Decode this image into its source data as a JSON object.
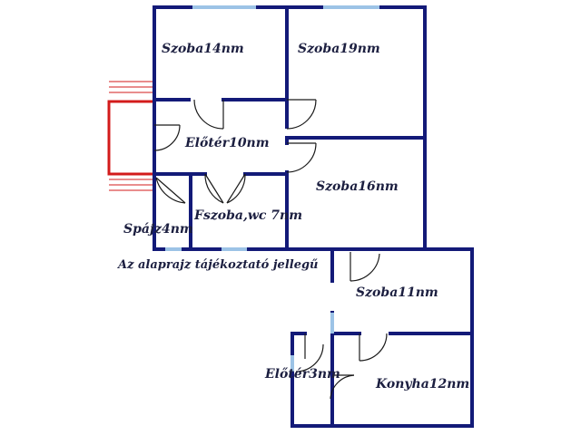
{
  "plan": {
    "colors": {
      "wall": "#131a78",
      "window": "#9cc3e6",
      "balcony": "#d31b1b",
      "door": "#1a1a1a",
      "text": "#1c1f40"
    },
    "rooms": [
      {
        "id": "szoba14",
        "label": "Szoba14nm"
      },
      {
        "id": "szoba19",
        "label": "Szoba19nm"
      },
      {
        "id": "eloter10",
        "label": "Előtér10nm"
      },
      {
        "id": "szoba16",
        "label": "Szoba16nm"
      },
      {
        "id": "fszoba",
        "label": "Fszoba,wc 7nm"
      },
      {
        "id": "spajz",
        "label": "Spájz4nm"
      },
      {
        "id": "szoba11",
        "label": "Szoba11nm"
      },
      {
        "id": "eloter3",
        "label": "Előtér3nm"
      },
      {
        "id": "konyha",
        "label": "Konyha12nm"
      }
    ],
    "note": "Az alaprajz tájékoztató jellegű"
  }
}
